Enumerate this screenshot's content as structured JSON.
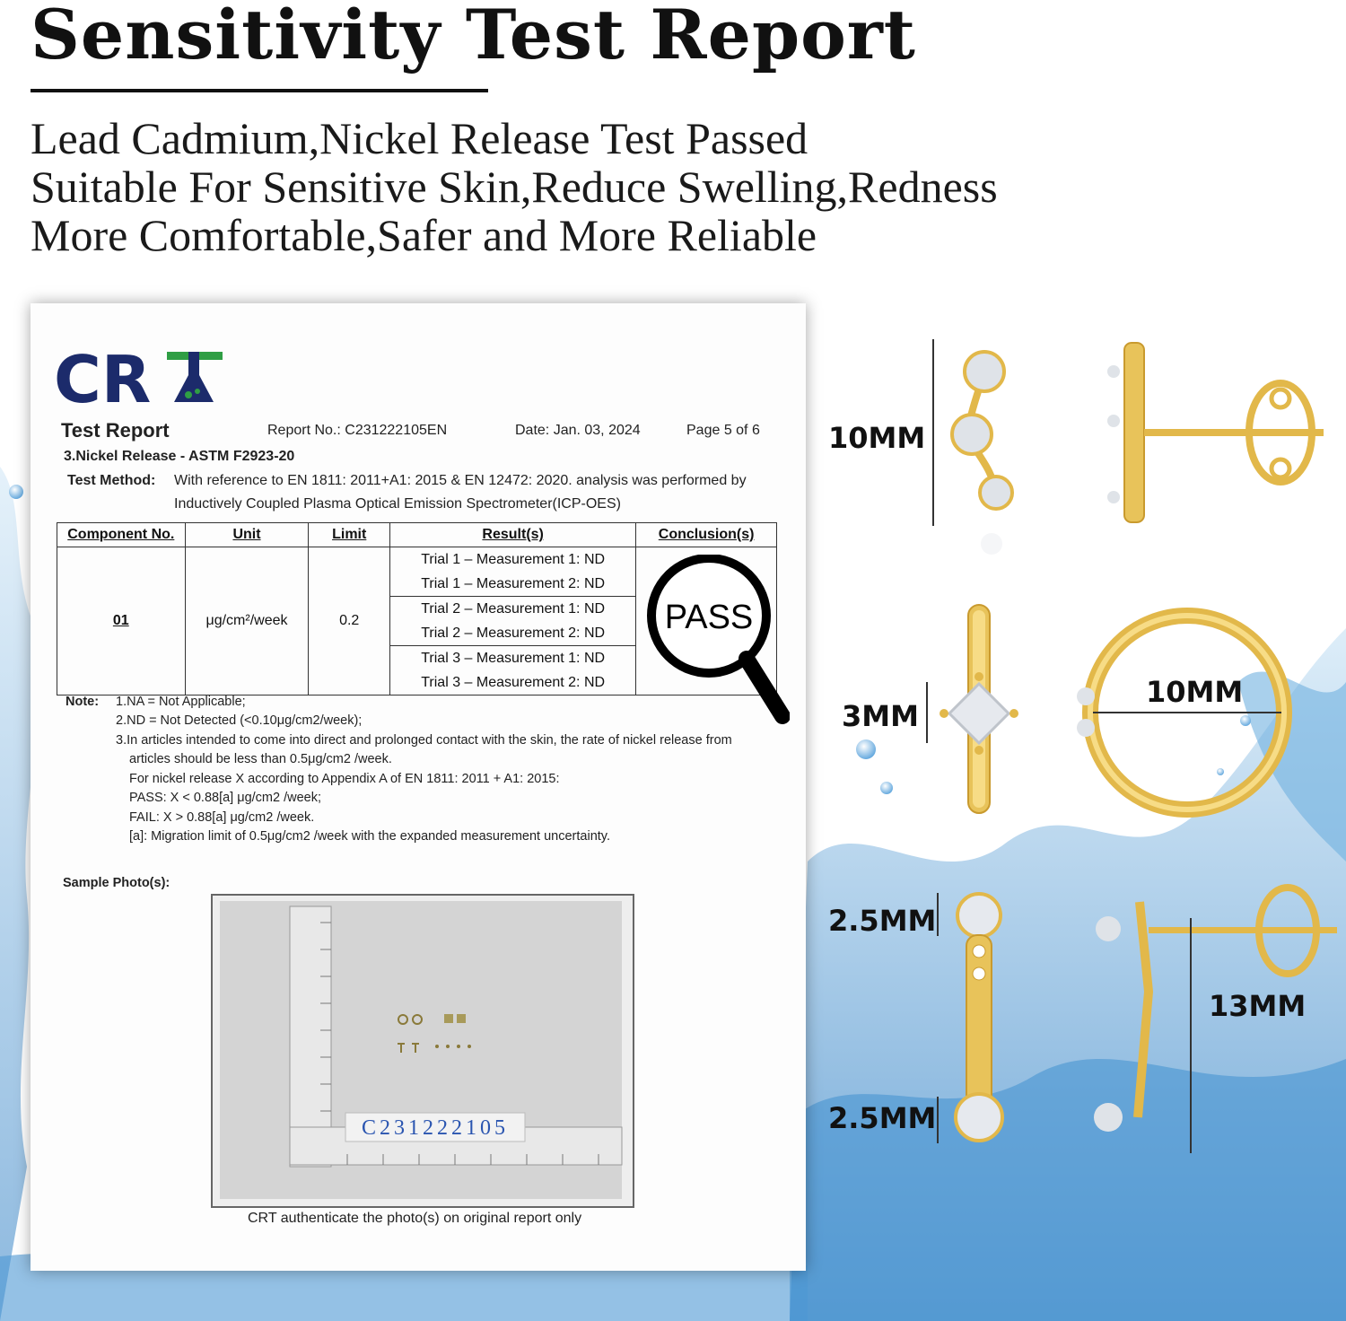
{
  "headline": {
    "title": "Sensitivity Test Report",
    "lines": [
      "Lead Cadmium,Nickel Release Test Passed",
      "Suitable For Sensitive Skin,Reduce Swelling,Redness",
      "More Comfortable,Safer and More Reliable"
    ]
  },
  "report": {
    "logo_text": "CRT",
    "doc_title": "Test Report",
    "report_no": "Report No.: C231222105EN",
    "date": "Date: Jan. 03, 2024",
    "page": "Page 5 of 6",
    "section": "3.Nickel Release - ASTM F2923-20",
    "method_label": "Test Method:",
    "method_line1": "With reference to EN 1811: 2011+A1: 2015 & EN 12472: 2020. analysis was performed by",
    "method_line2": "Inductively Coupled Plasma Optical Emission Spectrometer(ICP-OES)",
    "table": {
      "headers": [
        "Component No.",
        "Unit",
        "Limit",
        "Result(s)",
        "Conclusion(s)"
      ],
      "component": "01",
      "unit": "μg/cm²/week",
      "limit": "0.2",
      "results": [
        "Trial 1 – Measurement 1: ND",
        "Trial 1 – Measurement 2: ND",
        "Trial 2 – Measurement 1: ND",
        "Trial 2 – Measurement 2: ND",
        "Trial 3 – Measurement 1: ND",
        "Trial 3 – Measurement 2: ND"
      ],
      "conclusion": "PASS"
    },
    "note_label": "Note:",
    "notes": [
      "1.NA = Not Applicable;",
      "2.ND = Not Detected (<0.10μg/cm2/week);",
      "3.In articles intended to come into direct and prolonged contact with the skin, the rate of nickel release from",
      "articles should be less than 0.5μg/cm2 /week.",
      "For nickel release X according to Appendix A of EN 1811: 2011 + A1: 2015:",
      "PASS: X < 0.88[a] μg/cm2 /week;",
      "FAIL: X > 0.88[a] μg/cm2 /week.",
      "[a]: Migration limit of 0.5μg/cm2 /week with the expanded measurement uncertainty."
    ],
    "sample_label": "Sample Photo(s):",
    "sample_tag": "C231222105",
    "photo_caption": "CRT authenticate the photo(s) on original report only"
  },
  "dimensions": {
    "climber_height": "10MM",
    "huggie_width": "3MM",
    "hoop_diameter": "10MM",
    "stone_top": "2.5MM",
    "stone_bottom": "2.5MM",
    "drop_length": "13MM"
  },
  "colors": {
    "logo_navy": "#1c2b6b",
    "logo_green": "#2f9e44",
    "gold": "#e2b84a",
    "water": "#3e8ccd"
  }
}
